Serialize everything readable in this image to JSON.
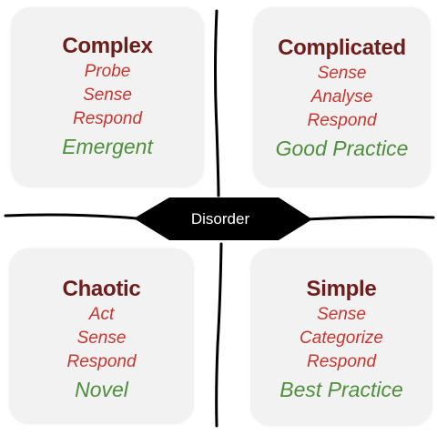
{
  "domains": {
    "complex": {
      "title": "Complex",
      "steps": [
        "Probe",
        "Sense",
        "Respond"
      ],
      "approach": "Emergent"
    },
    "complicated": {
      "title": "Complicated",
      "steps": [
        "Sense",
        "Analyse",
        "Respond"
      ],
      "approach": "Good Practice"
    },
    "chaotic": {
      "title": "Chaotic",
      "steps": [
        "Act",
        "Sense",
        "Respond"
      ],
      "approach": "Novel"
    },
    "simple": {
      "title": "Simple",
      "steps": [
        "Sense",
        "Categorize",
        "Respond"
      ],
      "approach": "Best Practice"
    }
  },
  "center": {
    "label": "Disorder"
  },
  "colors": {
    "title": "#6d1d1a",
    "step": "#c6372f",
    "approach": "#4f8f3c",
    "panel": "#f2f2f3",
    "divider": "#000000"
  }
}
